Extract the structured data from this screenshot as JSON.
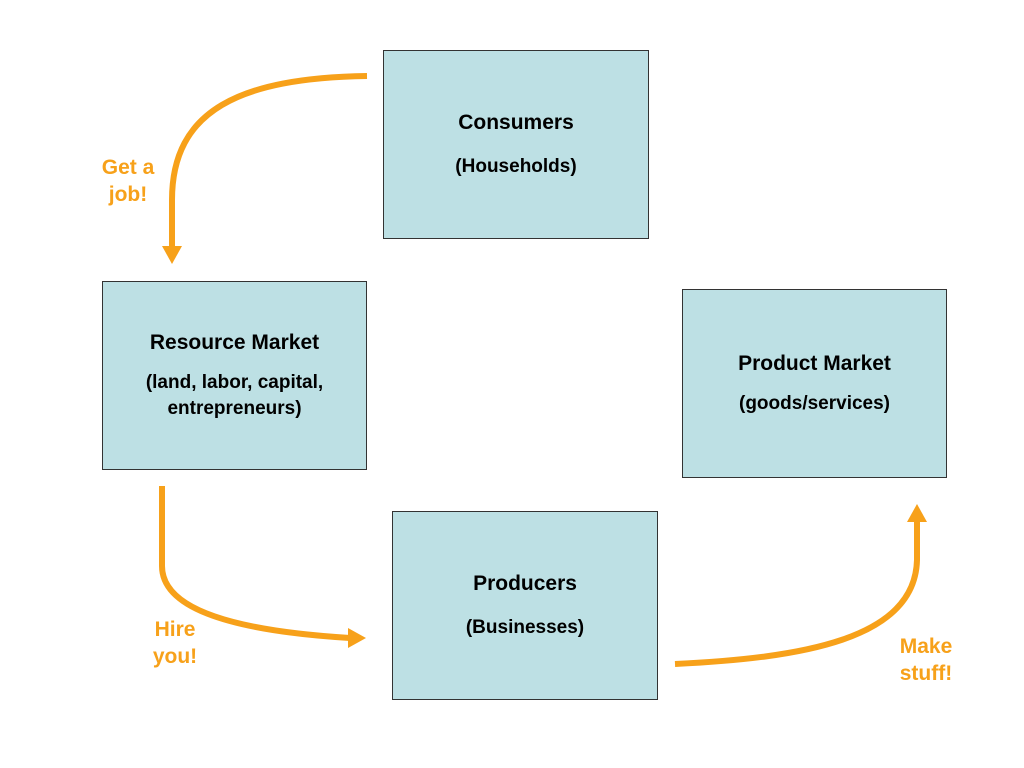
{
  "boxes": {
    "consumers": {
      "title": "Consumers",
      "subtitle": "(Households)"
    },
    "resource_market": {
      "title": "Resource Market",
      "subtitle": "(land, labor, capital,\nentrepreneurs)"
    },
    "product_market": {
      "title": "Product Market",
      "subtitle": "(goods/services)"
    },
    "producers": {
      "title": "Producers",
      "subtitle": "(Businesses)"
    }
  },
  "flows": {
    "get_job": "Get a\njob!",
    "hire_you": "Hire\nyou!",
    "make_stuff": "Make\nstuff!"
  },
  "colors": {
    "box_fill": "#bde0e4",
    "arrow": "#f7a11a"
  }
}
